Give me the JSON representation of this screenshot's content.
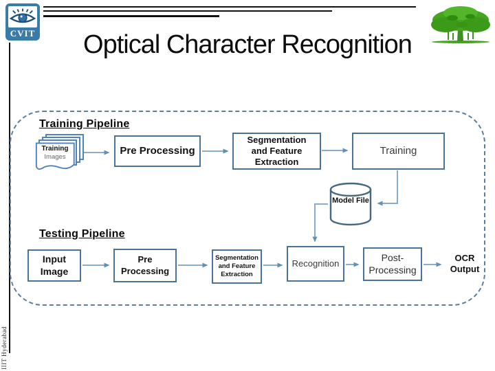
{
  "header": {
    "title": "Optical Character Recognition",
    "cvit_logo_text": "CVIT",
    "side_text": "IIIT Hyderabad"
  },
  "diagram": {
    "training_heading": "Training Pipeline",
    "testing_heading": "Testing Pipeline",
    "training_source_line1": "Training",
    "training_source_line2": "Images",
    "training_steps": [
      "Pre Processing",
      "Segmentation and Feature Extraction",
      "Training"
    ],
    "model_file_label": "Model File",
    "testing_steps": [
      "Input Image",
      "Pre Processing",
      "Segmentation and Feature Extraction",
      "Recognition",
      "Post-Processing"
    ],
    "output_label": "OCR Output"
  },
  "colors": {
    "box_border": "#4a7296",
    "page_border": "#4f81bd",
    "arrow_line": "#8badcc",
    "arrow_head": "#6290b4",
    "dashed_border": "#5b7d9e",
    "logo_blue": "#3a7ca9",
    "eye_blue": "#1d4e79",
    "tree_green": "#3da01c"
  }
}
